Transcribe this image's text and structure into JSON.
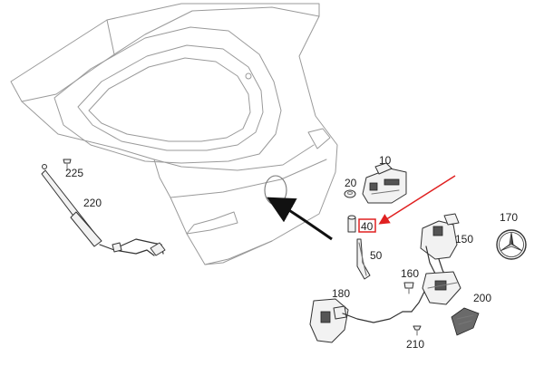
{
  "diagram": {
    "callouts": [
      {
        "id": "c225",
        "label": "225"
      },
      {
        "id": "c220",
        "label": "220"
      },
      {
        "id": "c10",
        "label": "10"
      },
      {
        "id": "c20",
        "label": "20"
      },
      {
        "id": "c40",
        "label": "40"
      },
      {
        "id": "c50",
        "label": "50"
      },
      {
        "id": "c150",
        "label": "150"
      },
      {
        "id": "c160",
        "label": "160"
      },
      {
        "id": "c170",
        "label": "170"
      },
      {
        "id": "c180",
        "label": "180"
      },
      {
        "id": "c200",
        "label": "200"
      },
      {
        "id": "c210",
        "label": "210"
      }
    ],
    "highlighted_part": "40",
    "highlight_color": "#e02020",
    "line_color": "#9a9a9a",
    "part_color": "#333333"
  }
}
